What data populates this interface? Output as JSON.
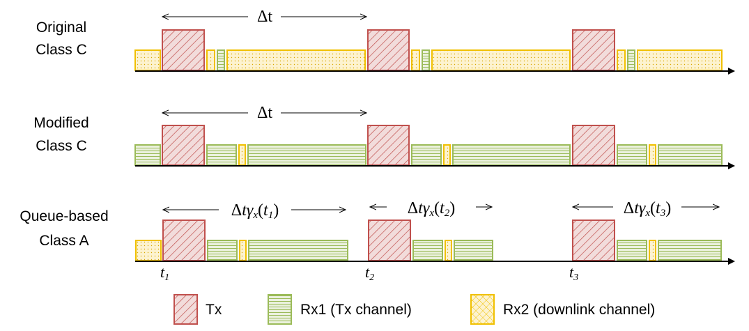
{
  "rows": [
    {
      "label_line1": "Original",
      "label_line2": "Class C",
      "interval_label": "Δt",
      "interval_style": "plain"
    },
    {
      "label_line1": "Modified",
      "label_line2": "Class C",
      "interval_label": "Δt",
      "interval_style": "plain"
    },
    {
      "label_line1": "Queue-based",
      "label_line2": "Class A",
      "interval_labels": [
        "t1",
        "t2",
        "t3"
      ],
      "interval_style": "gamma"
    }
  ],
  "time_marks": [
    "t1",
    "t2",
    "t3"
  ],
  "legend": [
    {
      "key": "tx",
      "label": "Tx"
    },
    {
      "key": "rx1",
      "label": "Rx1 (Tx channel)"
    },
    {
      "key": "rx2",
      "label": "Rx2 (downlink channel)"
    }
  ],
  "colors": {
    "tx_stroke": "#c0504d",
    "tx_fill": "#f2dcdb",
    "rx1_stroke": "#9bbb59",
    "rx1_fill": "#ebf1de",
    "rx2_stroke": "#f0c000",
    "rx2_fill": "#fdf3d0",
    "axis": "#000000"
  }
}
